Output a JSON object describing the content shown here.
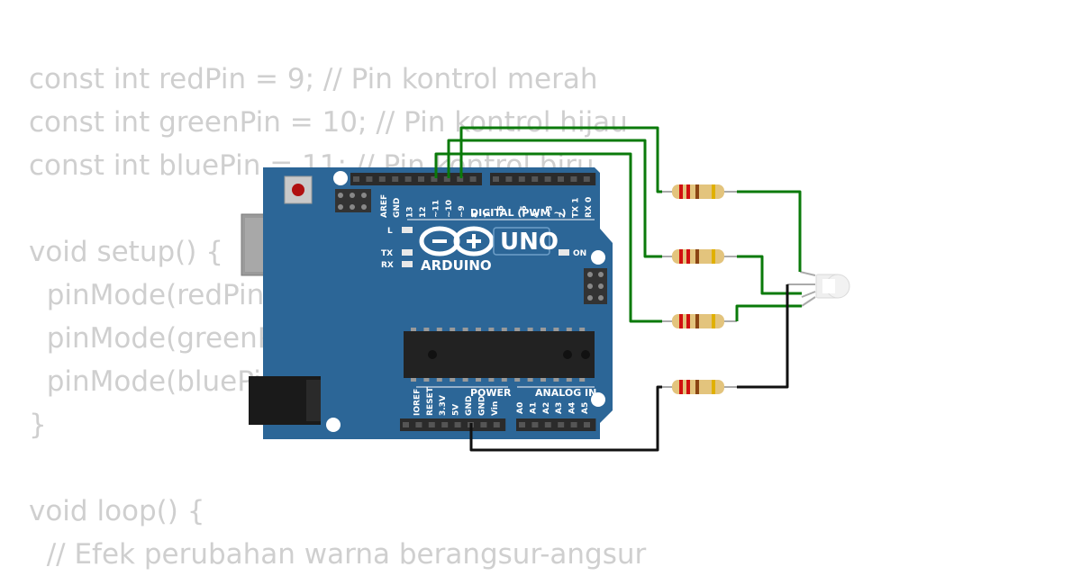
{
  "code_lines": [
    "const int redPin = 9; // Pin kontrol merah",
    "const int greenPin = 10; // Pin kontrol hijau",
    "const int bluePin = 11; // Pin kontrol biru",
    "",
    "void setup() {",
    "  pinMode(redPin, OUTPUT);",
    "  pinMode(greenPin, OUTPUT);",
    "  pinMode(bluePin, OUTPUT);",
    "}",
    "",
    "void loop() {",
    "  // Efek perubahan warna berangsur-angsur"
  ],
  "board": {
    "brand": "ARDUINO",
    "model": "UNO",
    "digital_label": "DIGITAL (PWM ~)",
    "power_label": "POWER",
    "analog_label": "ANALOG IN",
    "on_label": "ON",
    "led_labels": [
      "L",
      "TX",
      "RX"
    ],
    "digital_pins": [
      "AREF",
      "GND",
      "13",
      "12",
      "~11",
      "~10",
      "~9",
      "8",
      "7",
      "~6",
      "~5",
      "4",
      "~3",
      "2",
      "TX 1",
      "RX 0"
    ],
    "power_pins": [
      "IOREF",
      "RESET",
      "3.3V",
      "5V",
      "GND",
      "GND",
      "Vin"
    ],
    "analog_pins": [
      "A0",
      "A1",
      "A2",
      "A3",
      "A4",
      "A5"
    ],
    "color": "#2c6697"
  },
  "wire_colors": {
    "signal": "#0a7a0a",
    "ground": "#111111"
  }
}
